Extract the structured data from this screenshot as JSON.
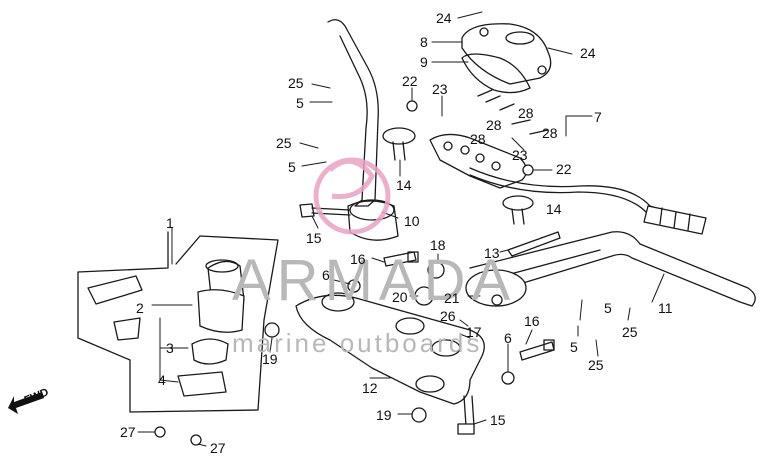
{
  "callouts": [
    {
      "id": "c24a",
      "text": "24"
    },
    {
      "id": "c8",
      "text": "8"
    },
    {
      "id": "c24b",
      "text": "24"
    },
    {
      "id": "c9",
      "text": "9"
    },
    {
      "id": "c25a",
      "text": "25"
    },
    {
      "id": "c5a",
      "text": "5"
    },
    {
      "id": "c22a",
      "text": "22"
    },
    {
      "id": "c23a",
      "text": "23"
    },
    {
      "id": "c7",
      "text": "7"
    },
    {
      "id": "c28a",
      "text": "28"
    },
    {
      "id": "c28b",
      "text": "28"
    },
    {
      "id": "c28c",
      "text": "28"
    },
    {
      "id": "c28d",
      "text": "28"
    },
    {
      "id": "c25b",
      "text": "25"
    },
    {
      "id": "c5b",
      "text": "5"
    },
    {
      "id": "c23b",
      "text": "23"
    },
    {
      "id": "c22b",
      "text": "22"
    },
    {
      "id": "c14a",
      "text": "14"
    },
    {
      "id": "c14b",
      "text": "14"
    },
    {
      "id": "c10",
      "text": "10"
    },
    {
      "id": "c15a",
      "text": "15"
    },
    {
      "id": "c1",
      "text": "1"
    },
    {
      "id": "c18",
      "text": "18"
    },
    {
      "id": "c13",
      "text": "13"
    },
    {
      "id": "c16a",
      "text": "16"
    },
    {
      "id": "c6a",
      "text": "6"
    },
    {
      "id": "c2",
      "text": "2"
    },
    {
      "id": "c20",
      "text": "20"
    },
    {
      "id": "c21",
      "text": "21"
    },
    {
      "id": "c11",
      "text": "11"
    },
    {
      "id": "c5c",
      "text": "5"
    },
    {
      "id": "c25c",
      "text": "25"
    },
    {
      "id": "c26",
      "text": "26"
    },
    {
      "id": "c17",
      "text": "17"
    },
    {
      "id": "c16b",
      "text": "16"
    },
    {
      "id": "c6b",
      "text": "6"
    },
    {
      "id": "c5d",
      "text": "5"
    },
    {
      "id": "c25d",
      "text": "25"
    },
    {
      "id": "c3",
      "text": "3"
    },
    {
      "id": "c19a",
      "text": "19"
    },
    {
      "id": "c4",
      "text": "4"
    },
    {
      "id": "c12",
      "text": "12"
    },
    {
      "id": "c19b",
      "text": "19"
    },
    {
      "id": "c15b",
      "text": "15"
    },
    {
      "id": "c27a",
      "text": "27"
    },
    {
      "id": "c27b",
      "text": "27"
    }
  ],
  "fwd_label": "FWD",
  "watermark": {
    "brand": "ARMADA",
    "tagline": "marine outboards",
    "accent": "#e9a3c4"
  },
  "colors": {
    "line": "#1a1a1a",
    "fill": "#ffffff",
    "shade": "#3a3a3a"
  }
}
